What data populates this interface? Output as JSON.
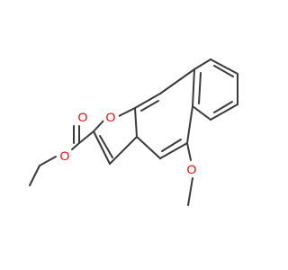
{
  "molecule": {
    "atoms": [
      {
        "id": "O_carbonyl",
        "symbol": "O",
        "color": "#ff0000"
      },
      {
        "id": "O_ester",
        "symbol": "O",
        "color": "#ff0000"
      },
      {
        "id": "O_furan",
        "symbol": "O",
        "color": "#ff0000"
      },
      {
        "id": "O_methoxy",
        "symbol": "O",
        "color": "#ff0000"
      }
    ],
    "bond_color": "#3a3a3a",
    "background": "#ffffff"
  }
}
